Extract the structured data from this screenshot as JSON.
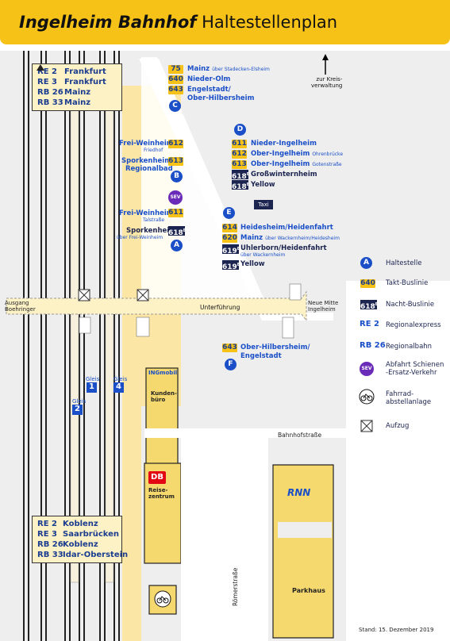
{
  "header": {
    "title_bold": "Ingelheim Bahnhof",
    "title_rest": "Haltestellenplan"
  },
  "signs": {
    "north": [
      {
        "line": "RE 2",
        "dest": "Frankfurt"
      },
      {
        "line": "RE 3",
        "dest": "Frankfurt"
      },
      {
        "line": "RB 26",
        "dest": "Mainz"
      },
      {
        "line": "RB 33",
        "dest": "Mainz"
      }
    ],
    "south": [
      {
        "line": "RE 2",
        "dest": "Koblenz"
      },
      {
        "line": "RE 3",
        "dest": "Saarbrücken"
      },
      {
        "line": "RB 26",
        "dest": "Koblenz"
      },
      {
        "line": "RB 33",
        "dest": "Idar-Oberstein"
      }
    ]
  },
  "stops": {
    "A": {
      "letter": "A",
      "entries": [
        {
          "name": "Frei-Weinheim",
          "sub": "Talstraße",
          "line": "611",
          "night": false
        },
        {
          "name": "Sporkenheim",
          "sub": "über Frei-Weinheim",
          "line": "618",
          "night": true
        }
      ]
    },
    "B": {
      "letter": "B",
      "entries": [
        {
          "name": "Frei-Weinheim",
          "sub": "Friedhof",
          "line": "612"
        },
        {
          "name": "Sporkenheim/",
          "name2": "Regionalbad",
          "line": "613"
        }
      ]
    },
    "C": {
      "letter": "C",
      "entries": [
        {
          "line": "75",
          "name": "Mainz",
          "note": "über Stadecken-Elsheim"
        },
        {
          "line": "640",
          "name": "Nieder-Olm"
        },
        {
          "line": "643",
          "name": "Engelstadt/",
          "name2": "Ober-Hilbersheim"
        }
      ]
    },
    "D": {
      "letter": "D",
      "entries": [
        {
          "line": "611",
          "name": "Nieder-Ingelheim"
        },
        {
          "line": "612",
          "name": "Ober-Ingelheim",
          "note": "Ohrenbrücke"
        },
        {
          "line": "613",
          "name": "Ober-Ingelheim",
          "note": "Gotenstraße"
        },
        {
          "line": "618",
          "name": "Großwinternheim"
        },
        {
          "line": "618",
          "name": "Yellow"
        }
      ]
    },
    "E": {
      "letter": "E",
      "entries": [
        {
          "line": "614",
          "name": "Heidesheim/Heidenfahrt"
        },
        {
          "line": "620",
          "name": "Mainz",
          "note": "über Wackernheim/Heidesheim"
        },
        {
          "line": "619",
          "name": "Uhlerborn/Heidenfahrt",
          "note": "über Wackernheim"
        },
        {
          "line": "619",
          "name": "Yellow"
        }
      ]
    },
    "F": {
      "letter": "F",
      "entries": [
        {
          "line": "643",
          "name": "Ober-Hilbersheim/",
          "name2": "Engelstadt"
        }
      ]
    }
  },
  "night_suffix": "E",
  "sev_badge": "SEV",
  "taxi": "Taxi",
  "labels": {
    "kreis": "zur Kreis-\nverwaltung",
    "unterfuehrung": "Unterführung",
    "ausgang": "Ausgang\nBoehringer",
    "neue_mitte": "Neue Mitte\nIngelheim",
    "bahnhofstrasse": "Bahnhofstraße",
    "roemerstrasse": "Römerstraße",
    "parkhaus": "Parkhaus",
    "reisezentrum": "Reise-\nzentrum",
    "db": "DB",
    "kundenbuero": "Kunden-\nbüro",
    "ingmobil": "INGmobil",
    "rnn": "RNN",
    "stand": "Stand: 15. Dezember 2019"
  },
  "gleise": [
    {
      "label": "Gleis",
      "num": "1"
    },
    {
      "label": "Gleis",
      "num": "2"
    },
    {
      "label": "Gleis",
      "num": "4"
    }
  ],
  "legend": [
    {
      "icon": "A",
      "text": "Haltestelle"
    },
    {
      "icon": "640",
      "text": "Takt-Buslinie"
    },
    {
      "icon": "618",
      "text": "Nacht-Buslinie"
    },
    {
      "icon": "RE 2",
      "text": "Regionalexpress"
    },
    {
      "icon": "RB 26",
      "text": "Regionalbahn"
    },
    {
      "icon": "SEV",
      "text": "Abfahrt Schienen\n-Ersatz-Verkehr"
    },
    {
      "icon": "bike",
      "text": "Fahrrad-\nabstellanlage"
    },
    {
      "icon": "elevator",
      "text": "Aufzug"
    }
  ],
  "colors": {
    "yellow": "#f6c218",
    "blue": "#1a4fc8",
    "navy": "#1c2450",
    "sev": "#6a2bb8",
    "platform": "#fbe6a6"
  }
}
